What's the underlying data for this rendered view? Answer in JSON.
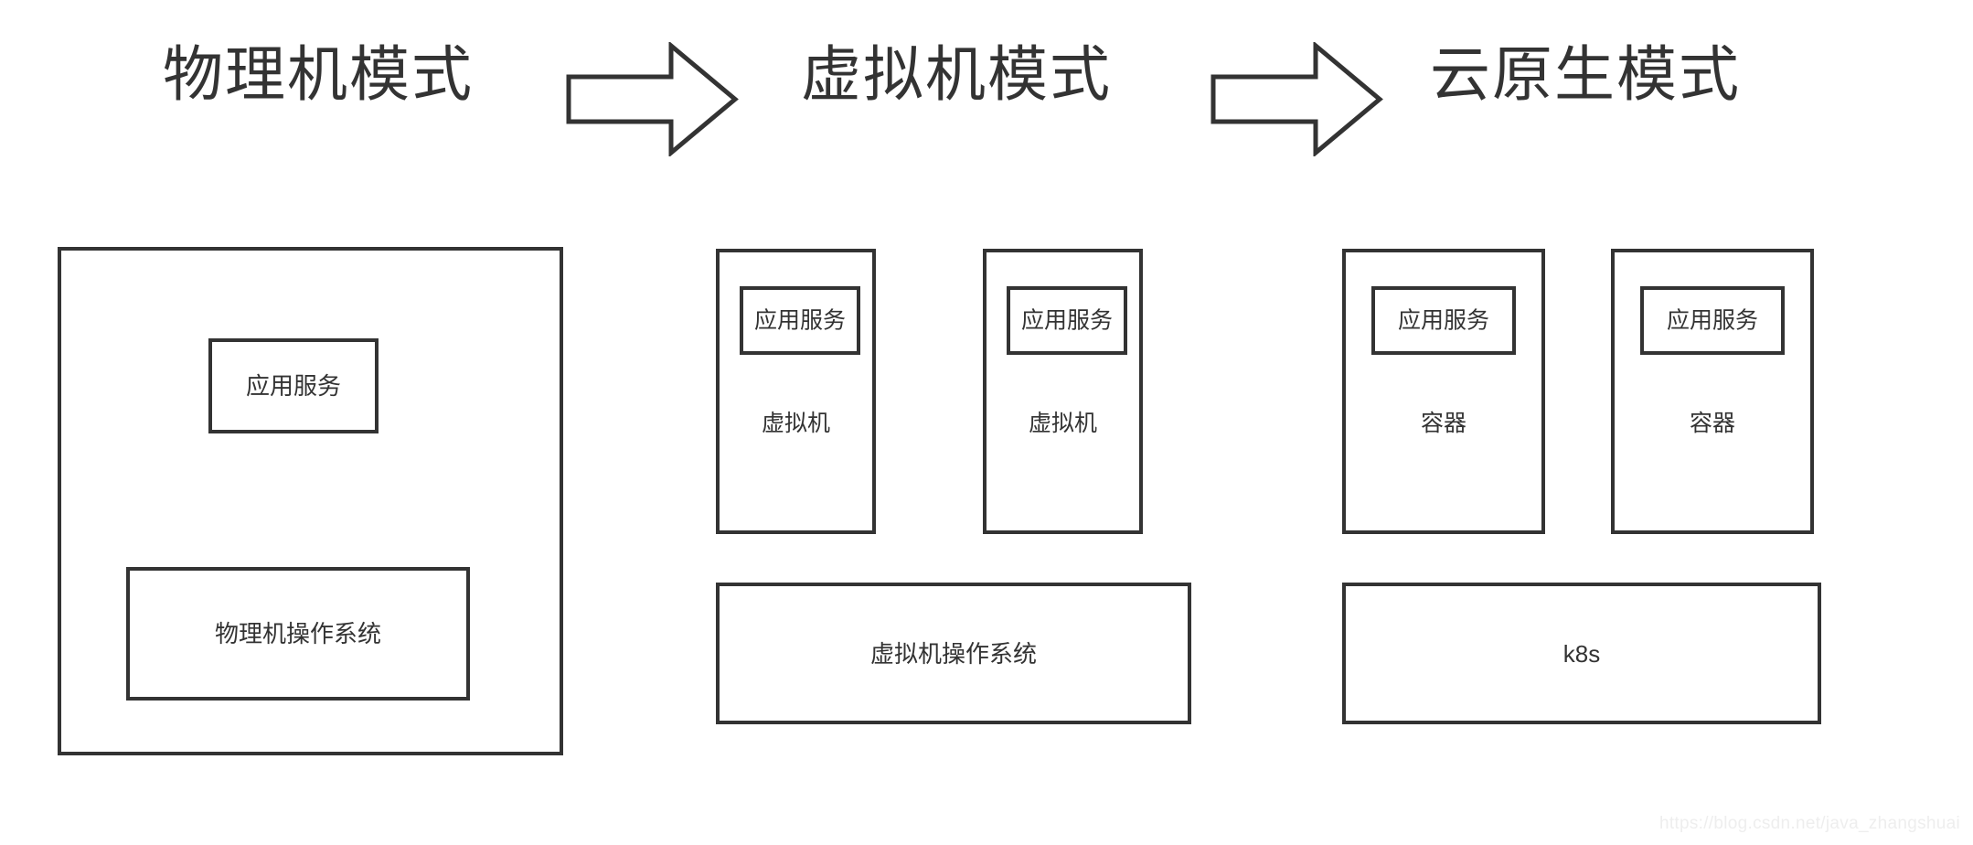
{
  "header": {
    "titles": [
      {
        "label": "物理机模式",
        "name": "physical-machine-mode"
      },
      {
        "label": "虚拟机模式",
        "name": "virtual-machine-mode"
      },
      {
        "label": "云原生模式",
        "name": "cloud-native-mode"
      }
    ],
    "arrows": [
      {
        "name": "arrow-right-icon-1"
      },
      {
        "name": "arrow-right-icon-2"
      }
    ]
  },
  "columns": {
    "physical": {
      "outer_label": "",
      "app_service": "应用服务",
      "os": "物理机操作系统"
    },
    "virtual": {
      "vm1": {
        "app_service": "应用服务",
        "runtime": "虚拟机"
      },
      "vm2": {
        "app_service": "应用服务",
        "runtime": "虚拟机"
      },
      "os": "虚拟机操作系统"
    },
    "cloud": {
      "container1": {
        "app_service": "应用服务",
        "runtime": "容器"
      },
      "container2": {
        "app_service": "应用服务",
        "runtime": "容器"
      },
      "platform": "k8s"
    }
  },
  "watermark": "https://blog.csdn.net/java_zhangshuai",
  "colors": {
    "stroke": "#333333",
    "background": "#ffffff",
    "text": "#333333",
    "watermark": "#eeeeee"
  }
}
